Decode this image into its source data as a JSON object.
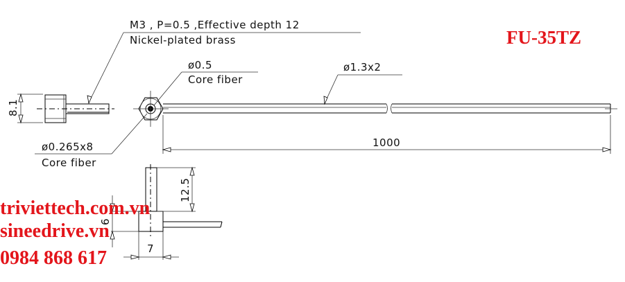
{
  "title": "FU-35TZ",
  "annotations": {
    "thread_spec": "M3 , P=0.5 ,Effective depth 12",
    "material": "Nickel-plated brass",
    "core_diameter": "ø0.5",
    "core_label": "Core fiber",
    "cable_diameter": "ø1.3x2",
    "fiber_bundle": "ø0.265x8",
    "fiber_bundle_label": "Core fiber"
  },
  "dimensions": {
    "nut_height": "8.1",
    "cable_length": "1000",
    "tube_length": "12.5",
    "block_height": "6",
    "block_width": "7"
  },
  "watermark": {
    "site1": "triviettech.com.vn",
    "site2": "sineedrive.vn",
    "phone": "0984 868 617"
  },
  "colors": {
    "accent": "#e3151b"
  }
}
